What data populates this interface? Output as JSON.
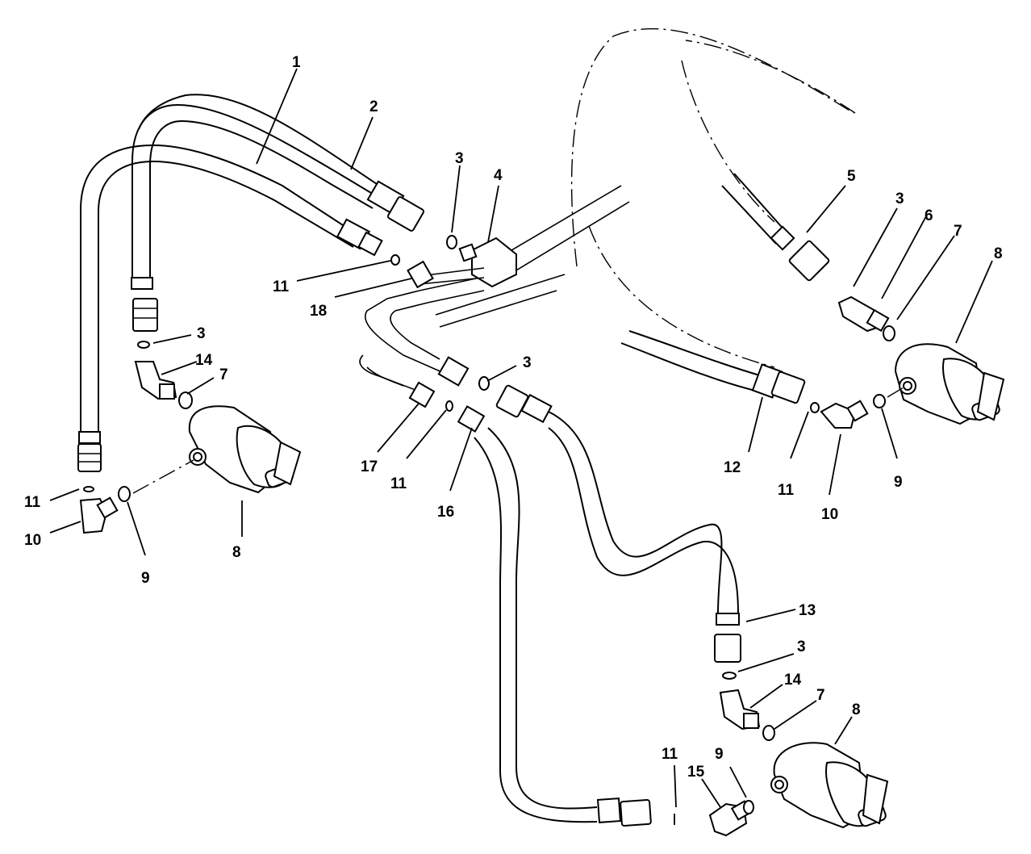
{
  "callouts": {
    "c1": "1",
    "c2": "2",
    "c3a": "3",
    "c3b": "3",
    "c3c": "3",
    "c3d": "3",
    "c3e": "3",
    "c4": "4",
    "c5": "5",
    "c6": "6",
    "c7a": "7",
    "c7b": "7",
    "c7c": "7",
    "c8a": "8",
    "c8b": "8",
    "c8c": "8",
    "c9a": "9",
    "c9b": "9",
    "c9c": "9",
    "c10a": "10",
    "c10b": "10",
    "c11a": "11",
    "c11b": "11",
    "c11c": "11",
    "c11d": "11",
    "c11e": "11",
    "c12": "12",
    "c13": "13",
    "c14a": "14",
    "c14b": "14",
    "c15": "15",
    "c16": "16",
    "c17": "17",
    "c18": "18"
  }
}
